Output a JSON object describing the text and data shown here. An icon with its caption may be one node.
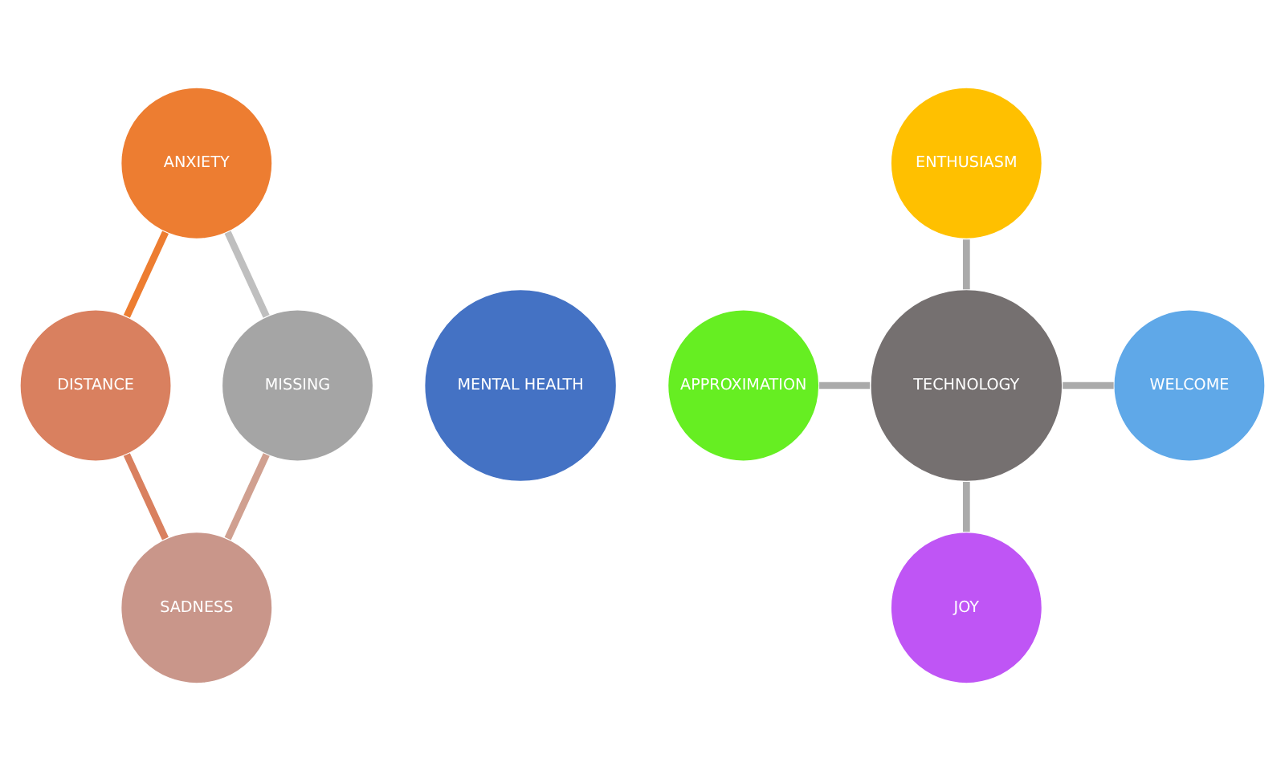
{
  "diagram": {
    "nodes": [
      {
        "text": [
          "ANXIETY"
        ]
      },
      {
        "text": [
          "MISSING"
        ]
      },
      {
        "text": [
          "MENTAL HEALTH"
        ]
      },
      {
        "text": [
          "DISTANCE"
        ]
      },
      {
        "text": [
          "ENTHUSIASM"
        ]
      },
      {
        "text": [
          "SADNESS"
        ]
      },
      {
        "text": [
          "APPROXIMATION"
        ]
      },
      {
        "text": [
          "TECHNOLOGY"
        ]
      },
      {
        "text": [
          "WELCOME"
        ]
      },
      {
        "text": [
          "JOY"
        ]
      }
    ],
    "edges": [
      {
        "from": 0,
        "to": 3,
        "arrow": "none",
        "color": "#ed7d31"
      },
      {
        "from": 3,
        "to": 5,
        "arrow": "none",
        "color": "#d9805f"
      },
      {
        "from": 5,
        "to": 1,
        "arrow": "none",
        "color": "#d0a090"
      },
      {
        "from": 1,
        "to": 0,
        "arrow": "none",
        "color": "#bfbfbf"
      },
      {
        "from": 7,
        "to": 4,
        "arrow": "none"
      },
      {
        "from": 6,
        "to": 7,
        "arrow": "none"
      },
      {
        "from": 7,
        "to": 8,
        "arrow": "none"
      },
      {
        "from": 7,
        "to": 9,
        "arrow": "none"
      }
    ]
  }
}
